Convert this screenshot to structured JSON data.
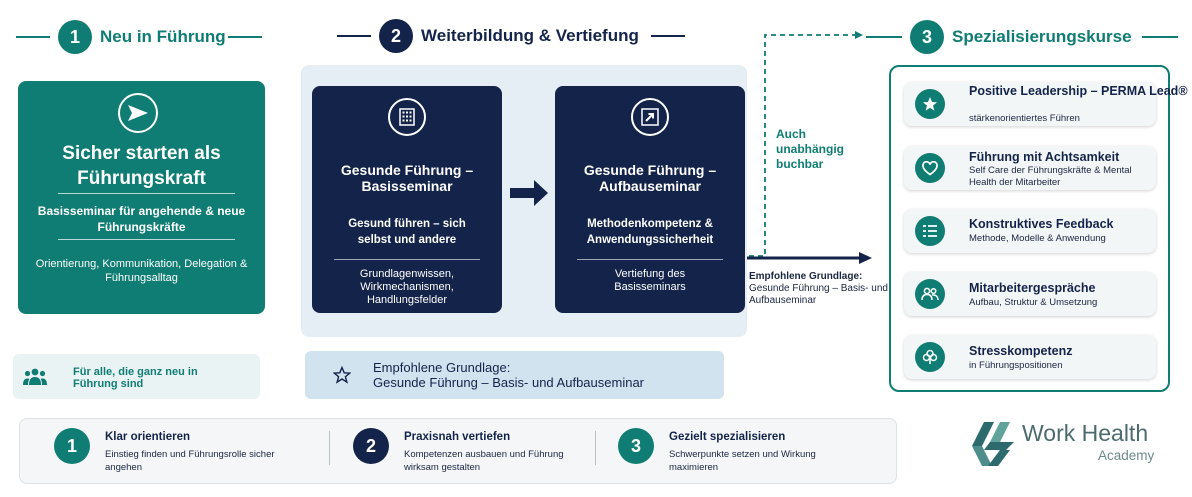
{
  "sections": [
    {
      "number": "1",
      "title": "Neu in Führung"
    },
    {
      "number": "2",
      "title": "Weiterbildung & Vertiefung"
    },
    {
      "number": "3",
      "title": "Spezialisierungskurse"
    }
  ],
  "column1": {
    "icon": "send-icon",
    "title": "Sicher starten als Führungskraft",
    "subtitle": "Basisseminar für angehende & neue Führungskräfte",
    "topics": "Orientierung, Kommunikation, Delegation & Führungsalltag"
  },
  "column2": {
    "basis": {
      "icon": "building-icon",
      "title": "Gesunde Führung – Basisseminar",
      "subtitle": "Gesund führen – sich selbst und andere",
      "topics": "Grundlagenwissen, Wirkmechanismen, Handlungsfelder"
    },
    "aufbau": {
      "icon": "arrow-up-right-icon",
      "title": "Gesunde Führung – Aufbauseminar",
      "subtitle": "Methodenkompetenz & Anwendungssicherheit",
      "topics": "Vertiefung des Basisseminars"
    }
  },
  "side_note": {
    "bookable": "Auch unabhängig buchbar",
    "recommended_label": "Empfohlene Grundlage:",
    "recommended_text": "Gesunde Führung – Basis- und Aufbauseminar"
  },
  "courses": [
    {
      "icon": "star-icon",
      "name": "Positive Leadership – PERMA Lead®",
      "desc": "stärkenorientiertes Führen"
    },
    {
      "icon": "heart-icon",
      "name": "Führung mit Achtsamkeit",
      "desc": "Self Care der Führungskräfte & Mental Health der Mitarbeiter"
    },
    {
      "icon": "list-icon",
      "name": "Konstruktives Feedback",
      "desc": "Methode, Modelle & Anwendung"
    },
    {
      "icon": "people-icon",
      "name": "Mitarbeitergespräche",
      "desc": "Aufbau, Struktur & Umsetzung"
    },
    {
      "icon": "clover-icon",
      "name": "Stresskompetenz",
      "desc": "in Führungspositionen"
    }
  ],
  "note_col1": "Für alle, die ganz neu in Führung sind",
  "note_col2": {
    "label": "Empfohlene Grundlage:",
    "text": "Gesunde Führung – Basis- und Aufbauseminar"
  },
  "footer_steps": [
    {
      "number": "1",
      "title": "Klar orientieren",
      "desc": "Einstieg finden und Führungsrolle sicher angehen"
    },
    {
      "number": "2",
      "title": "Praxisnah vertiefen",
      "desc": "Kompetenzen ausbauen und Führung wirksam gestalten"
    },
    {
      "number": "3",
      "title": "Gezielt spezialisieren",
      "desc": "Schwerpunkte setzen und Wirkung maximieren"
    }
  ],
  "logo": {
    "line1": "Work Health",
    "line2": "Academy"
  },
  "colors": {
    "teal": "#0f7d73",
    "navy": "#13234a",
    "light_blue": "#e4eef4"
  }
}
